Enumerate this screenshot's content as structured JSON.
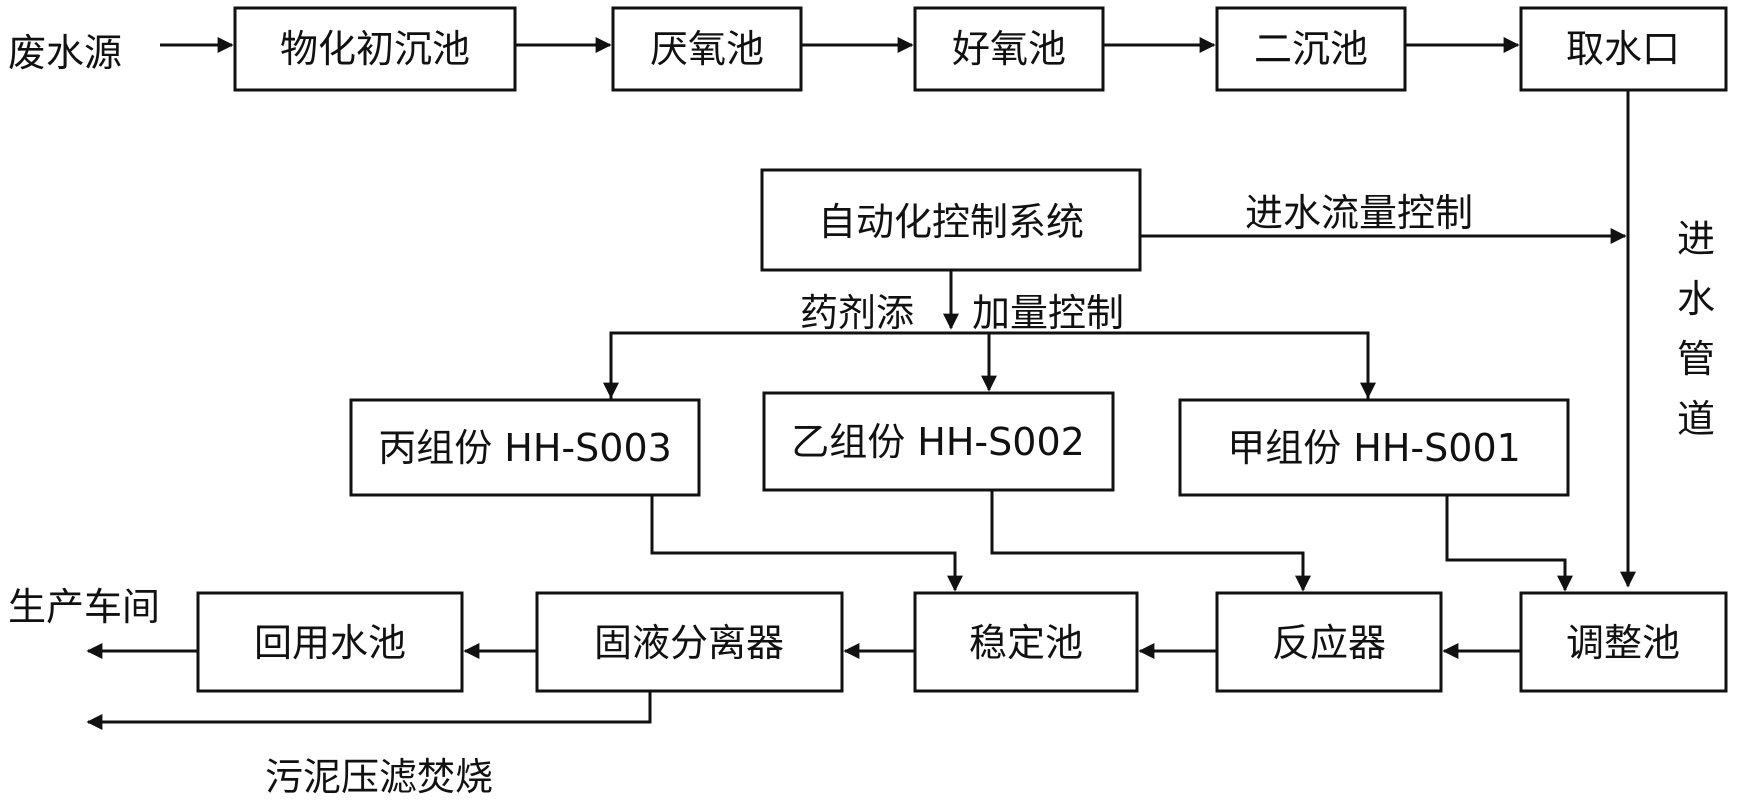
{
  "diagram": {
    "source": "废水源",
    "row1": [
      "物化初沉池",
      "厌氧池",
      "好氧池",
      "二沉池",
      "取水口"
    ],
    "control_system": "自动化控制系统",
    "inflow_control": "进水流量控制",
    "pipe_label": "进水管道",
    "dosing_control_left": "药剂添",
    "dosing_control_right": "加量控制",
    "components": {
      "c": "丙组份 HH-S003",
      "b": "乙组份 HH-S002",
      "a": "甲组份 HH-S001"
    },
    "row3": {
      "adjust_tank": "调整池",
      "reactor": "反应器",
      "stable_tank": "稳定池",
      "separator": "固液分离器",
      "reuse_tank": "回用水池"
    },
    "production": "生产车间",
    "sludge": "污泥压滤焚烧"
  }
}
